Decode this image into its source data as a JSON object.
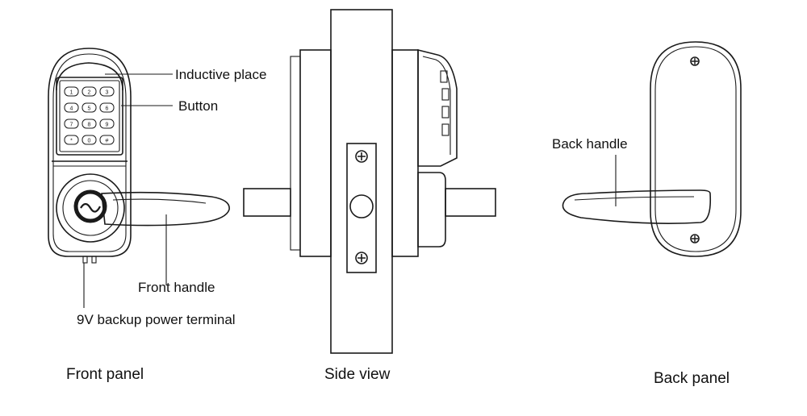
{
  "labels": {
    "inductive_place": "Inductive place",
    "button": "Button",
    "front_handle": "Front handle",
    "backup_power": "9V backup power terminal",
    "back_handle": "Back handle"
  },
  "captions": {
    "front_panel": "Front panel",
    "side_view": "Side view",
    "back_panel": "Back panel"
  },
  "keypad": {
    "keys": [
      "1",
      "2",
      "3",
      "4",
      "5",
      "6",
      "7",
      "8",
      "9",
      "*",
      "0",
      "#"
    ]
  }
}
